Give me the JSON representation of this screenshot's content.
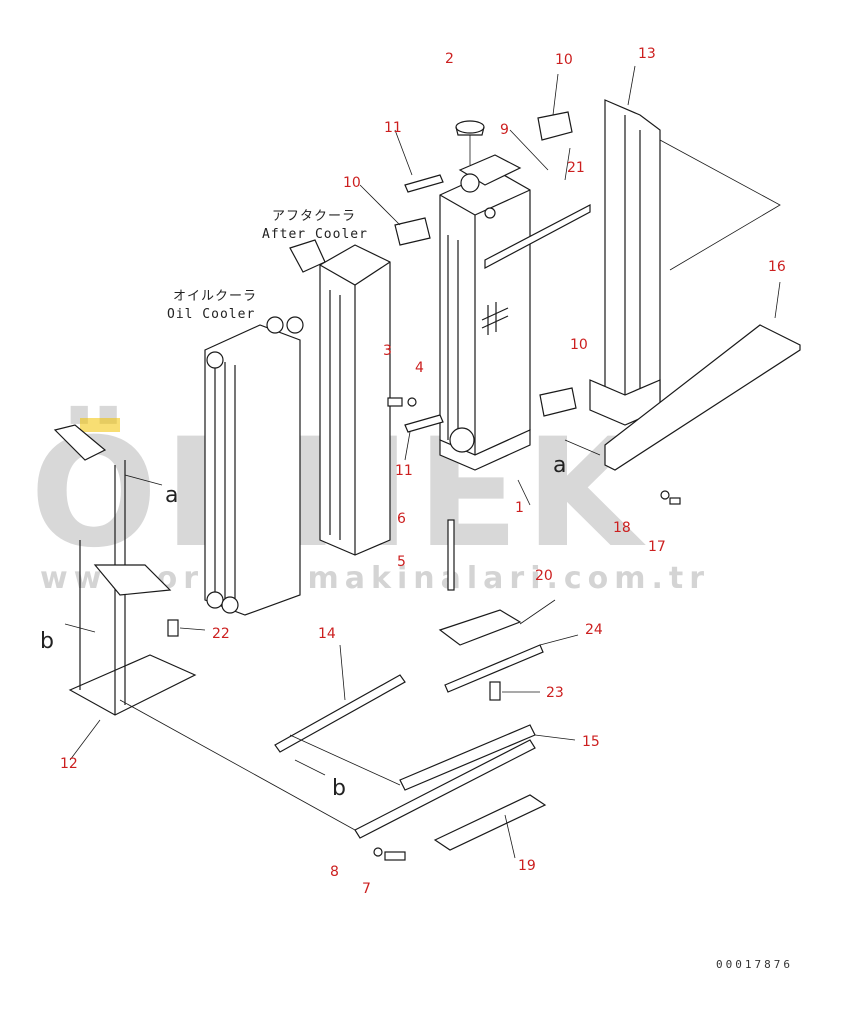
{
  "diagram": {
    "component_labels": {
      "after_cooler_jp": "アフタクーラ",
      "after_cooler_en": "After Cooler",
      "oil_cooler_jp": "オイルクーラ",
      "oil_cooler_en": "Oil Cooler"
    },
    "callouts": [
      "1",
      "2",
      "3",
      "4",
      "5",
      "6",
      "7",
      "8",
      "9",
      "10",
      "10",
      "10",
      "11",
      "11",
      "12",
      "13",
      "14",
      "15",
      "16",
      "17",
      "18",
      "19",
      "20",
      "21",
      "22",
      "23",
      "24"
    ],
    "reference_letters": [
      "a",
      "a",
      "b",
      "b"
    ],
    "drawing_number": "00017876",
    "watermark": {
      "brand": "ÖRNEK",
      "url": "www.orneksmakinalari.com.tr"
    },
    "colors": {
      "callout": "#cc1f1f",
      "watermark": "#b9b9b9",
      "watermark_accent": "#f2c200",
      "line": "#1a1a1a"
    }
  }
}
